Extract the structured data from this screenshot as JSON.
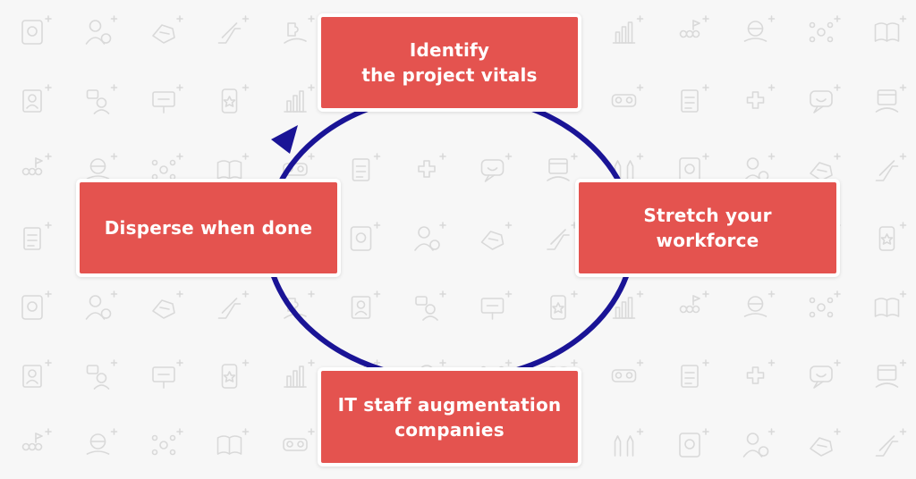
{
  "colors": {
    "background": "#f7f7f7",
    "step_fill": "#e4534f",
    "step_border": "#ffffff",
    "cycle_line": "#1a1496",
    "step_text": "#ffffff",
    "pattern_icons": "#d9d9d9"
  },
  "diagram": {
    "type": "cycle",
    "direction": "clockwise",
    "steps": [
      {
        "label": "Identify\nthe project vitals"
      },
      {
        "label": "Stretch your\nworkforce"
      },
      {
        "label": "IT staff augmentation\ncompanies"
      },
      {
        "label": "Disperse when done"
      }
    ],
    "connector": {
      "style": "loop",
      "arrow_icon": "arrowhead-icon"
    }
  },
  "background_icons": [
    "touch-screen-icon",
    "user-badge-icon",
    "handshake-icon",
    "escalator-icon",
    "puzzle-hand-icon",
    "person-frame-icon",
    "chat-person-icon",
    "presentation-board-icon",
    "mobile-star-icon",
    "growth-chart-icon",
    "team-flag-icon",
    "globe-hand-icon",
    "network-people-icon",
    "open-book-icon",
    "vr-headset-icon",
    "clipboard-icon",
    "medical-signal-icon",
    "smiley-chat-icon",
    "calendar-hand-icon",
    "raised-hands-icon"
  ]
}
